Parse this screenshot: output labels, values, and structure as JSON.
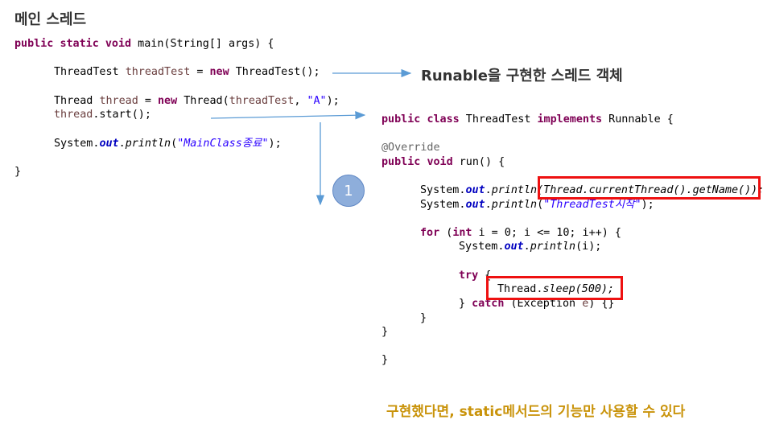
{
  "title": "메인 스레드",
  "left_code": {
    "l1_kw1": "public",
    "l1_kw2": "static",
    "l1_kw3": "void",
    "l1_rest": " main(String[] args) {",
    "l2_type": "ThreadTest ",
    "l2_var": "threadTest",
    "l2_eq": " = ",
    "l2_kw": "new",
    "l2_rest": " ThreadTest();",
    "l3_type": "Thread ",
    "l3_var": "thread",
    "l3_eq": " = ",
    "l3_kw": "new",
    "l3_mid": " Thread(",
    "l3_arg": "threadTest",
    "l3_comma": ", ",
    "l3_str": "\"A\"",
    "l3_end": ");",
    "l4_var": "thread",
    "l4_rest": ".start();",
    "l5_pre": "System.",
    "l5_out": "out",
    "l5_dot": ".",
    "l5_method": "println",
    "l5_open": "(",
    "l5_str": "\"MainClass종료\"",
    "l5_end": ");",
    "l6": "}"
  },
  "right_label": "Runable을 구현한 스레드 객체",
  "right_code": {
    "r1_kw1": "public",
    "r1_kw2": "class",
    "r1_name": " ThreadTest ",
    "r1_kw3": "implements",
    "r1_rest": " Runnable {",
    "r2": "@Override",
    "r3_kw1": "public",
    "r3_kw2": "void",
    "r3_rest": " run() {",
    "r4_pre": "System.",
    "r4_out": "out",
    "r4_dot": ".",
    "r4_method": "println",
    "r4_arg": "(Thread.currentThread().getName());",
    "r5_pre": "System.",
    "r5_out": "out",
    "r5_dot": ".",
    "r5_method": "println",
    "r5_open": "(",
    "r5_str": "\"ThreadTest시작\"",
    "r5_end": ");",
    "r6_kw1": "for",
    "r6_open": " (",
    "r6_kw2": "int",
    "r6_rest": " i = 0; i <= 10; i++) {",
    "r7_pre": "System.",
    "r7_out": "out",
    "r7_dot": ".",
    "r7_method": "println",
    "r7_arg": "(i);",
    "r8_kw": "try",
    "r8_rest": " {",
    "r9_pre": "Thread.",
    "r9_method": "sleep",
    "r9_arg": "(500);",
    "r10_pre": "} ",
    "r10_kw": "catch",
    "r10_mid": " (Exception ",
    "r10_var": "e",
    "r10_end": ") {}",
    "r11": "}",
    "r12": "}",
    "r13": "}"
  },
  "step_number": "1",
  "bottom_note": "구현했다면, static메서드의 기능만 사용할 수 있다",
  "colors": {
    "keyword": "#7f0055",
    "string": "#2a00ff",
    "field": "#0000c0",
    "highlight": "#ee1111",
    "arrow": "#5b9bd5",
    "note": "#c9930a"
  }
}
